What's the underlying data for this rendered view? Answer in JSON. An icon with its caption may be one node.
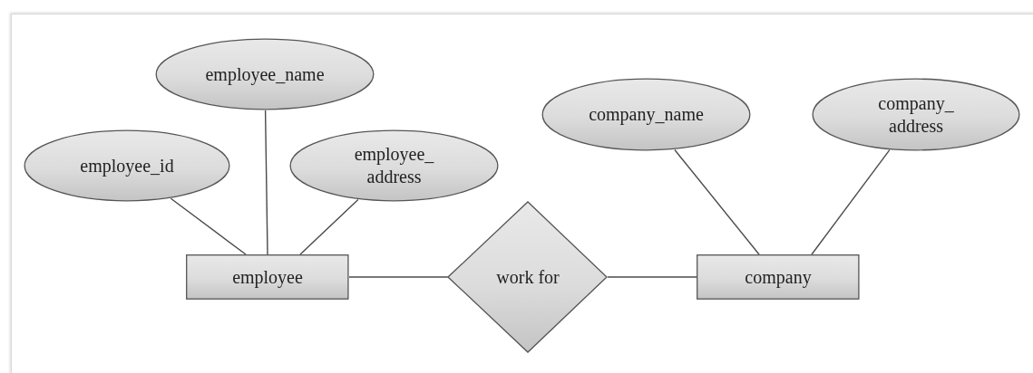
{
  "diagram": {
    "nodes": [
      {
        "text": [
          "employee_name"
        ]
      },
      {
        "text": [
          "employee_id"
        ]
      },
      {
        "text": [
          "employee_ address"
        ]
      },
      {
        "text": [
          "company_name"
        ]
      },
      {
        "text": [
          "company_ address"
        ]
      },
      {
        "text": [
          "employee"
        ]
      },
      {
        "text": [
          "work for"
        ]
      },
      {
        "text": [
          "company"
        ]
      }
    ],
    "edges": [
      {
        "from": 1,
        "to": 5,
        "arrow": "none"
      },
      {
        "from": 0,
        "to": 5,
        "arrow": "none"
      },
      {
        "from": 2,
        "to": 5,
        "arrow": "none"
      },
      {
        "from": 5,
        "to": 6,
        "arrow": "none"
      },
      {
        "from": 6,
        "to": 7,
        "arrow": "none"
      },
      {
        "from": 3,
        "to": 7,
        "arrow": "none"
      },
      {
        "from": 4,
        "to": 7,
        "arrow": "none"
      }
    ]
  }
}
